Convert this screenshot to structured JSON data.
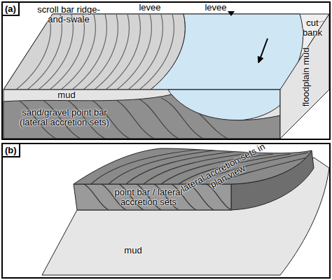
{
  "diagram": {
    "nodes": [
      {
        "text": [
          "(a)"
        ]
      },
      {
        "text": [
          "(b)"
        ]
      }
    ],
    "labels": [
      "scroll bar ridge-and-swale",
      "levee",
      "levee",
      "cut bank",
      "mud",
      "sand/gravel point bar (lateral accretion sets)",
      "floodplain mud",
      "lateral accretion sets in plan view",
      "point bar / lateral accretion sets",
      "mud"
    ]
  }
}
